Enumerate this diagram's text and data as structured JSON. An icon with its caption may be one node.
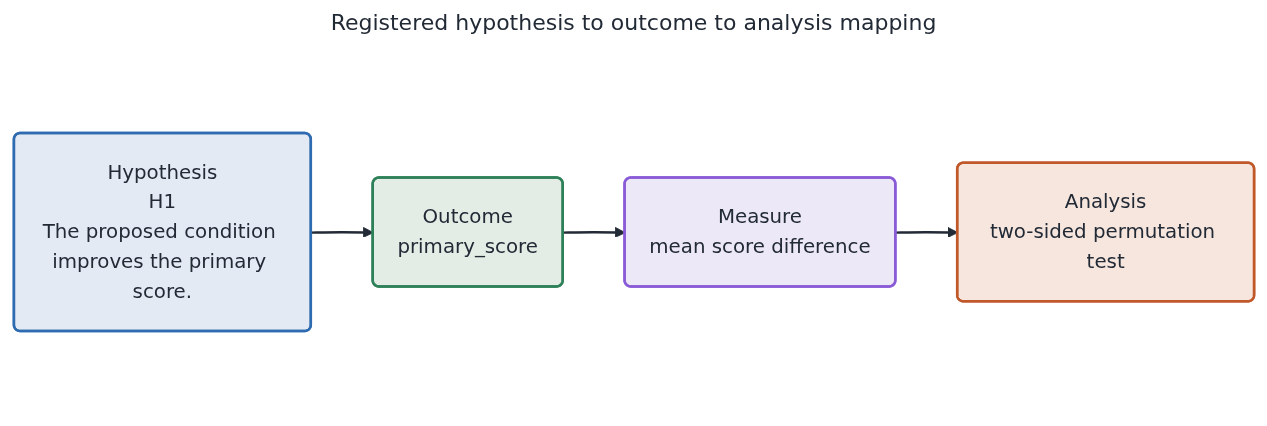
{
  "diagram": {
    "title": "Registered hypothesis to outcome to analysis mapping",
    "nodes": [
      {
        "text": [
          "Hypothesis",
          "H1",
          "The proposed condition improves the primary score."
        ]
      },
      {
        "text": [
          "Outcome",
          "primary_score"
        ]
      },
      {
        "text": [
          "Measure",
          "mean score difference"
        ]
      },
      {
        "text": [
          "Analysis",
          "two-sided permutation test"
        ]
      }
    ],
    "edges": [
      {
        "from": 0,
        "to": 1,
        "arrow": "to"
      },
      {
        "from": 1,
        "to": 2,
        "arrow": "to"
      },
      {
        "from": 2,
        "to": 3,
        "arrow": "to"
      }
    ]
  }
}
